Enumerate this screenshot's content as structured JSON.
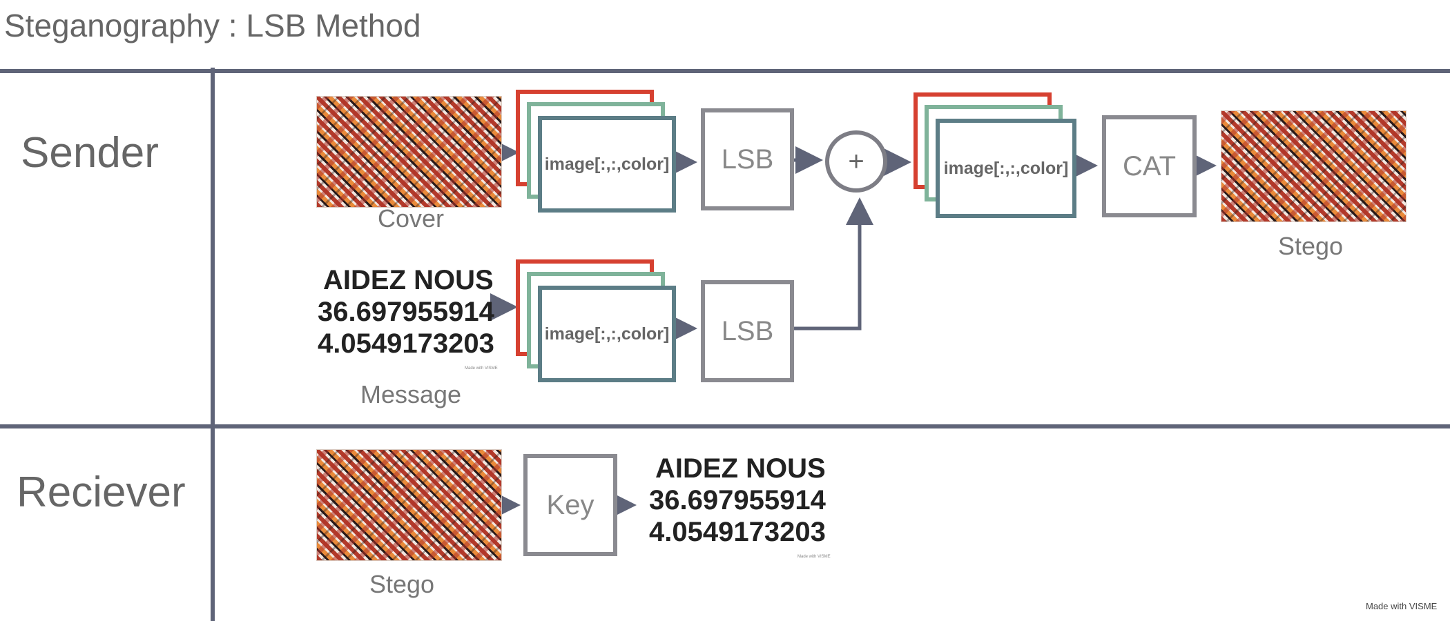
{
  "title": "Steganography : LSB Method",
  "rows": {
    "sender": "Sender",
    "receiver": "Reciever"
  },
  "sender": {
    "cover_label": "Cover",
    "message_label": "Message",
    "message_lines": [
      "AIDEZ NOUS",
      "36.697955914",
      "4.0549173203"
    ],
    "message_tiny": "Made with VISME",
    "channel_stack_label": "image[:,:,color]",
    "lsb_label": "LSB",
    "plus_symbol": "+",
    "cat_label": "CAT",
    "stego_label": "Stego"
  },
  "receiver": {
    "stego_label": "Stego",
    "key_label": "Key",
    "message_lines": [
      "AIDEZ NOUS",
      "36.697955914",
      "4.0549173203"
    ],
    "message_tiny": "Made with VISME"
  },
  "watermark": "Made with VISME",
  "colors": {
    "divider": "#5f6478",
    "arrow": "#5f6478",
    "stack_red": "#d64030",
    "stack_green": "#7fb39a",
    "stack_teal": "#5c7d86",
    "box_border": "#8a8a90"
  }
}
